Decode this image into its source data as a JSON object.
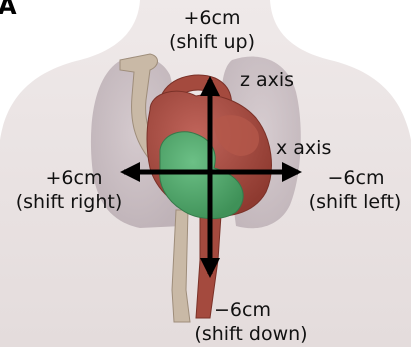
{
  "panel_label": "A",
  "labels": {
    "up_value": "+6cm",
    "up_desc": "(shift up)",
    "down_value": "−6cm",
    "down_desc": "(shift down)",
    "right_value": "+6cm",
    "right_desc": "(shift right)",
    "left_value": "−6cm",
    "left_desc": "(shift left)",
    "z_axis": "z axis",
    "x_axis": "x axis"
  },
  "colors": {
    "background": "#ffffff",
    "torso": "#e9e2e2",
    "lungs": "#b7a9b0",
    "heart_muscle": "#a44a3e",
    "heart_green": "#4ea86a",
    "vessel_tan": "#c9b9a6",
    "arrows": "#000000"
  }
}
